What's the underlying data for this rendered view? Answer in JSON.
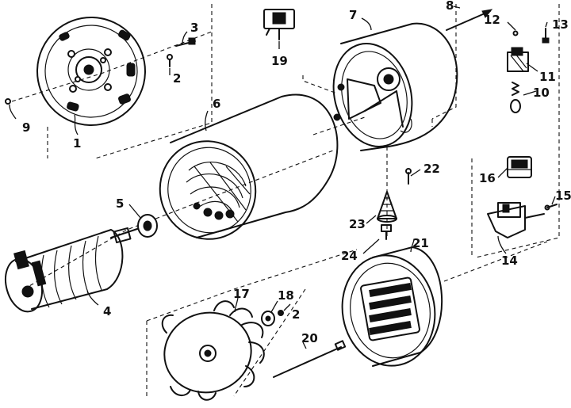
{
  "diagram": {
    "parts": [
      {
        "id": "p1",
        "label": "1"
      },
      {
        "id": "p2a",
        "label": "2"
      },
      {
        "id": "p2b",
        "label": "2"
      },
      {
        "id": "p3",
        "label": "3"
      },
      {
        "id": "p4",
        "label": "4"
      },
      {
        "id": "p5",
        "label": "5"
      },
      {
        "id": "p6",
        "label": "6"
      },
      {
        "id": "p7",
        "label": "7"
      },
      {
        "id": "p8",
        "label": "8"
      },
      {
        "id": "p9",
        "label": "9"
      },
      {
        "id": "p10",
        "label": "10"
      },
      {
        "id": "p11",
        "label": "11"
      },
      {
        "id": "p12",
        "label": "12"
      },
      {
        "id": "p13",
        "label": "13"
      },
      {
        "id": "p14",
        "label": "14"
      },
      {
        "id": "p15",
        "label": "15"
      },
      {
        "id": "p16",
        "label": "16"
      },
      {
        "id": "p17",
        "label": "17"
      },
      {
        "id": "p18",
        "label": "18"
      },
      {
        "id": "p19",
        "label": "19"
      },
      {
        "id": "p20",
        "label": "20"
      },
      {
        "id": "p21",
        "label": "21"
      },
      {
        "id": "p22",
        "label": "22"
      },
      {
        "id": "p23",
        "label": "23"
      },
      {
        "id": "p24",
        "label": "24"
      }
    ]
  }
}
